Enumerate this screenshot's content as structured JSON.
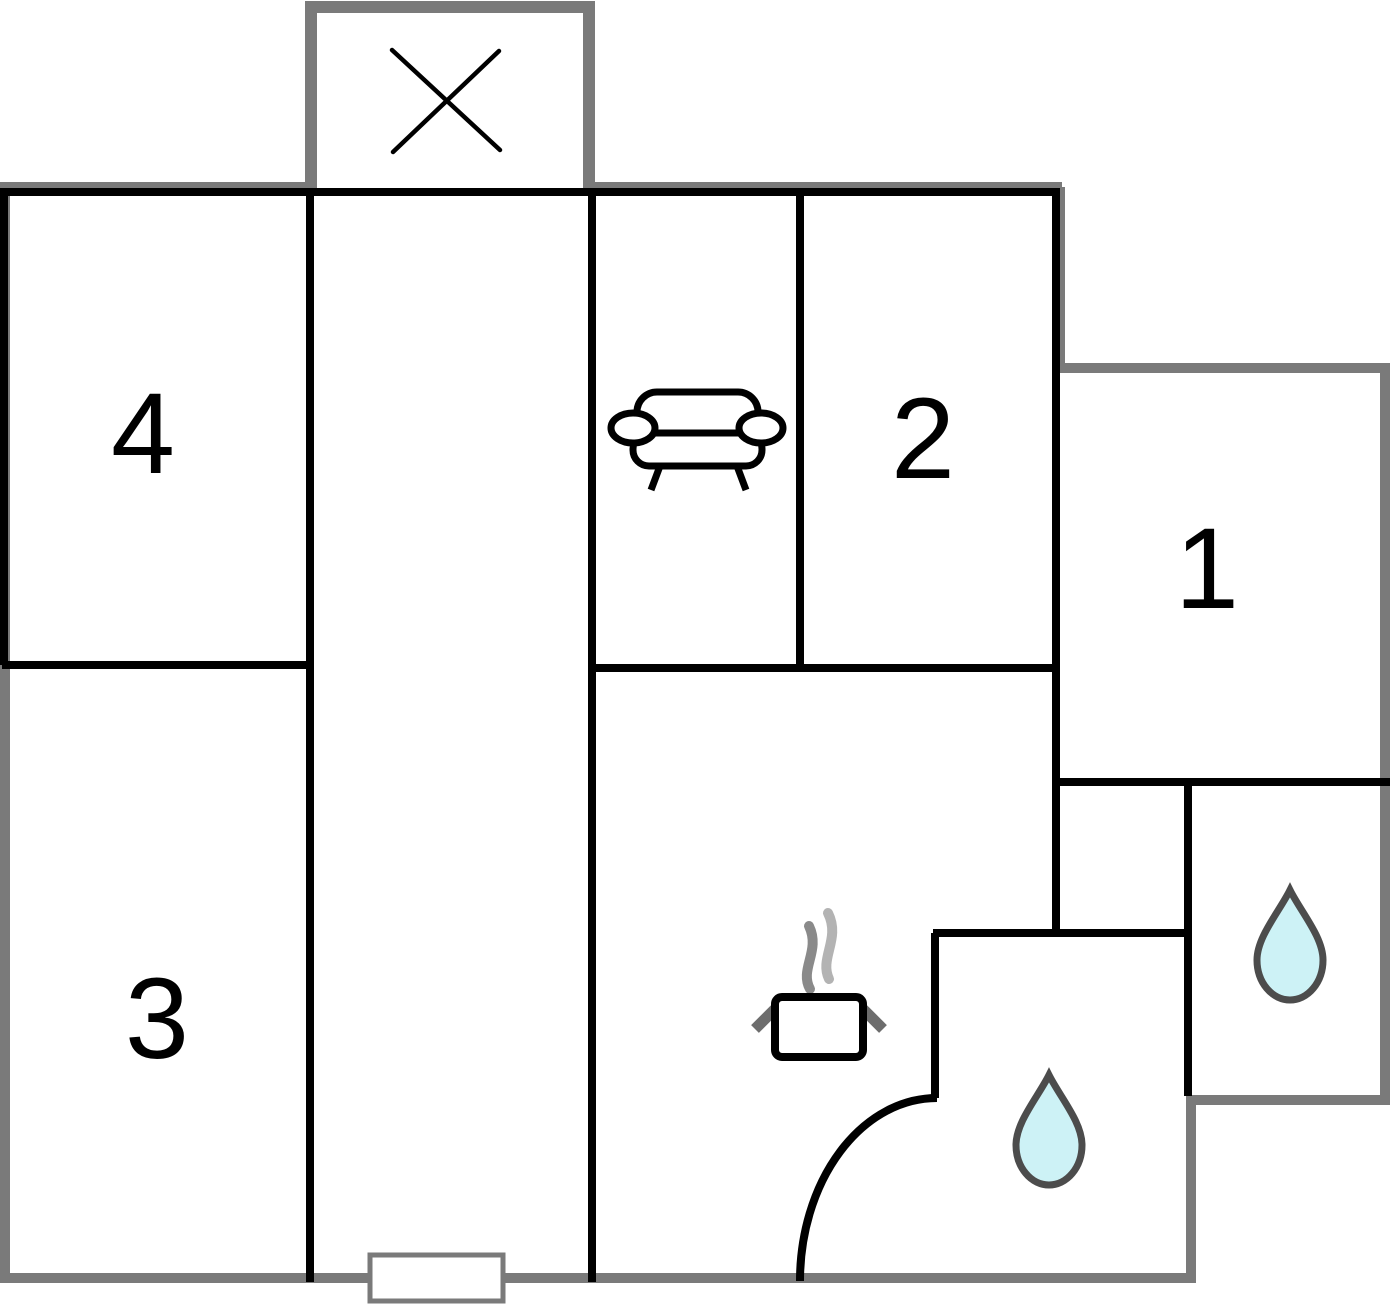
{
  "plan": {
    "type": "apartment-floor-plan",
    "rooms": [
      {
        "number": "1"
      },
      {
        "number": "2"
      },
      {
        "number": "3"
      },
      {
        "number": "4"
      }
    ],
    "icons": {
      "annex": "cross-marker-icon",
      "living_area": "sofa-icon",
      "kitchen": "cooking-pot-icon",
      "bathroom_center": "water-drop-icon",
      "bathroom_right": "water-drop-icon",
      "entry": "door-swing-arc",
      "window": "window-marker"
    },
    "colors": {
      "wall_outer": "#7a7a7a",
      "wall_inner": "#000000",
      "water_fill": "#cdf2f6",
      "water_stroke": "#4c4c4c",
      "steam_dark": "#8a8a8a",
      "steam_light": "#b3b3b3",
      "handle": "#6d6d6d",
      "bg": "#ffffff",
      "label": "#000000"
    }
  }
}
